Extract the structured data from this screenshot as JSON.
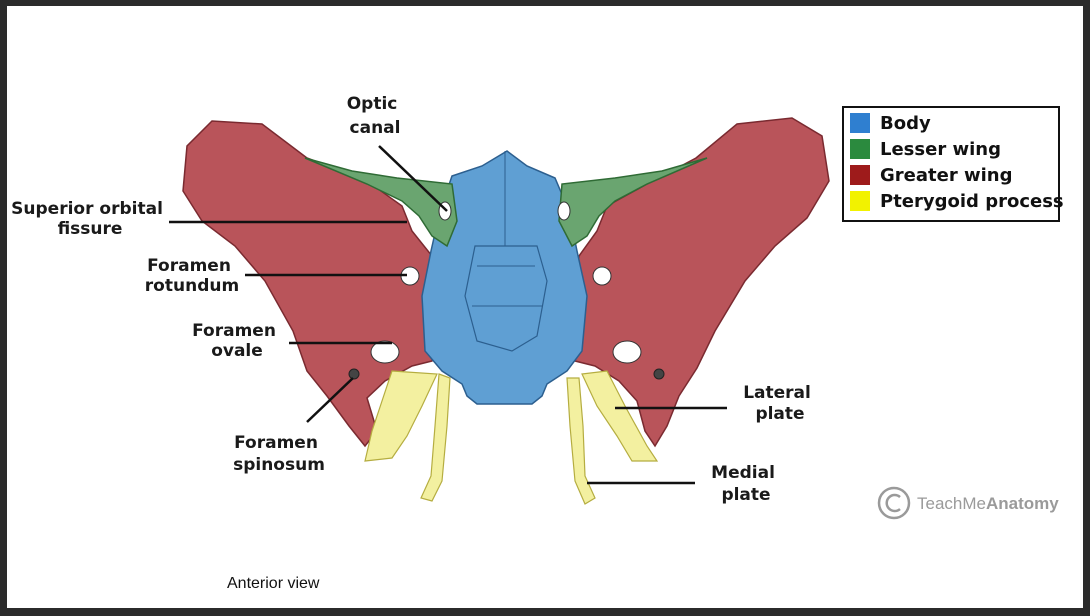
{
  "legend": {
    "items": [
      {
        "label": "Body",
        "color": "#2f7fd0"
      },
      {
        "label": "Lesser wing",
        "color": "#2b8a3e"
      },
      {
        "label": "Greater wing",
        "color": "#9e1b1b"
      },
      {
        "label": "Pterygoid process",
        "color": "#f2f200"
      }
    ]
  },
  "labels": {
    "optic_canal": [
      "Optic",
      "canal"
    ],
    "superior_orbital_fissure": [
      "Superior orbital",
      "fissure"
    ],
    "foramen_rotundum": [
      "Foramen",
      "rotundum"
    ],
    "foramen_ovale": [
      "Foramen",
      "ovale"
    ],
    "foramen_spinosum": [
      "Foramen",
      "spinosum"
    ],
    "lateral_plate": [
      "Lateral",
      "plate"
    ],
    "medial_plate": [
      "Medial",
      "plate"
    ]
  },
  "watermark": {
    "prefix": "TeachMe",
    "brand": "Anatomy"
  },
  "caption": "Anterior view",
  "colors": {
    "body_fill": "#5f9fd3",
    "lesser_fill": "#6aa570",
    "greater_fill": "#b9545a",
    "pterygoid_fill": "#f3f0a0"
  }
}
